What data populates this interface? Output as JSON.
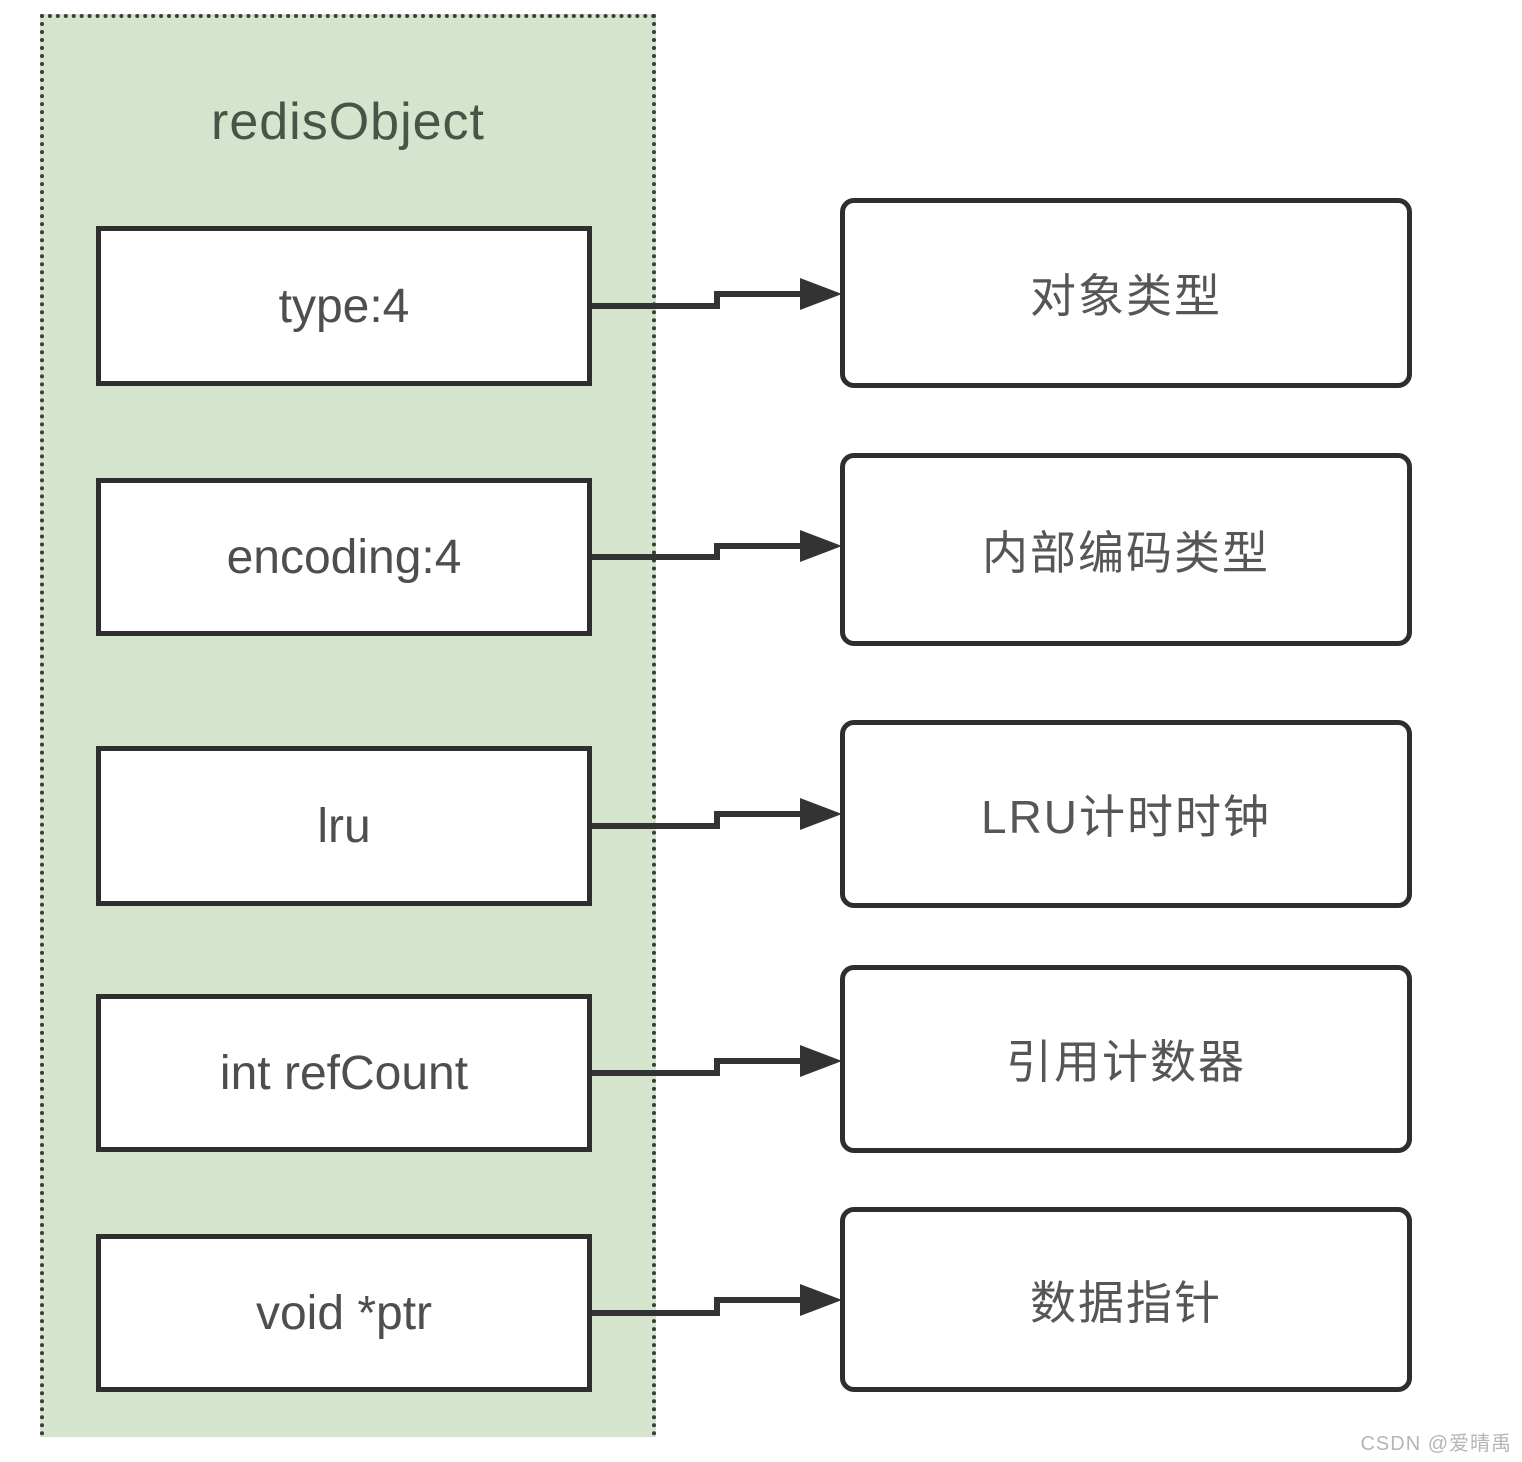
{
  "diagram": {
    "title": "redisObject",
    "rows": [
      {
        "field": "type:4",
        "desc": "对象类型"
      },
      {
        "field": "encoding:4",
        "desc": "内部编码类型"
      },
      {
        "field": "lru",
        "desc": "LRU计时时钟"
      },
      {
        "field": "int refCount",
        "desc": "引用计数器"
      },
      {
        "field": "void *ptr",
        "desc": "数据指针"
      }
    ],
    "colors": {
      "panel_green": "#d5e5cd",
      "line": "#333333",
      "box_border": "#2e2e2e"
    }
  },
  "watermark": "CSDN @爱晴禹"
}
